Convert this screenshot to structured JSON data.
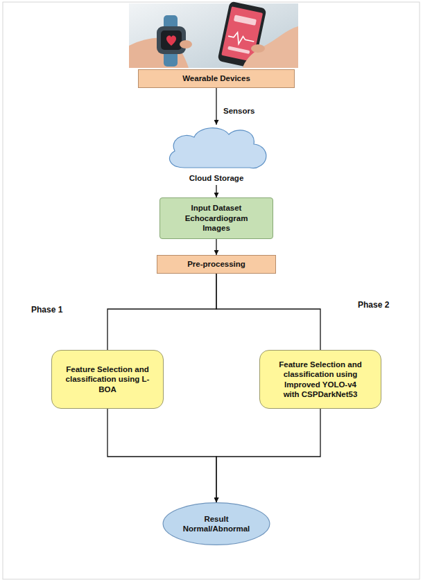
{
  "diagram": {
    "nodes": [
      {
        "text": [
          "Wearable Devices"
        ]
      },
      {
        "text": [
          "Cloud Storage"
        ]
      },
      {
        "text": [
          "Input Dataset Echocardiogram Images"
        ]
      },
      {
        "text": [
          "Pre-processing"
        ]
      },
      {
        "text": [
          "Feature Selection and classification using L-BOA"
        ]
      },
      {
        "text": [
          "Feature Selection and classification using Improved YOLO-v4 with CSPDarkNet53"
        ]
      },
      {
        "text": [
          "Result Normal/Abnormal"
        ]
      }
    ],
    "edges": [
      {
        "from": 0,
        "to": 1,
        "label": "Sensors",
        "arrow": "to"
      },
      {
        "from": 1,
        "to": 2,
        "arrow": "to"
      },
      {
        "from": 2,
        "to": 3,
        "arrow": "to"
      },
      {
        "from": 3,
        "to": 4,
        "arrow": "none"
      },
      {
        "from": 3,
        "to": 5,
        "arrow": "none"
      },
      {
        "from": 4,
        "to": 6,
        "arrow": "to"
      },
      {
        "from": 5,
        "to": 6,
        "arrow": "to"
      }
    ],
    "labels": [
      "Phase 1",
      "Phase 2"
    ]
  }
}
